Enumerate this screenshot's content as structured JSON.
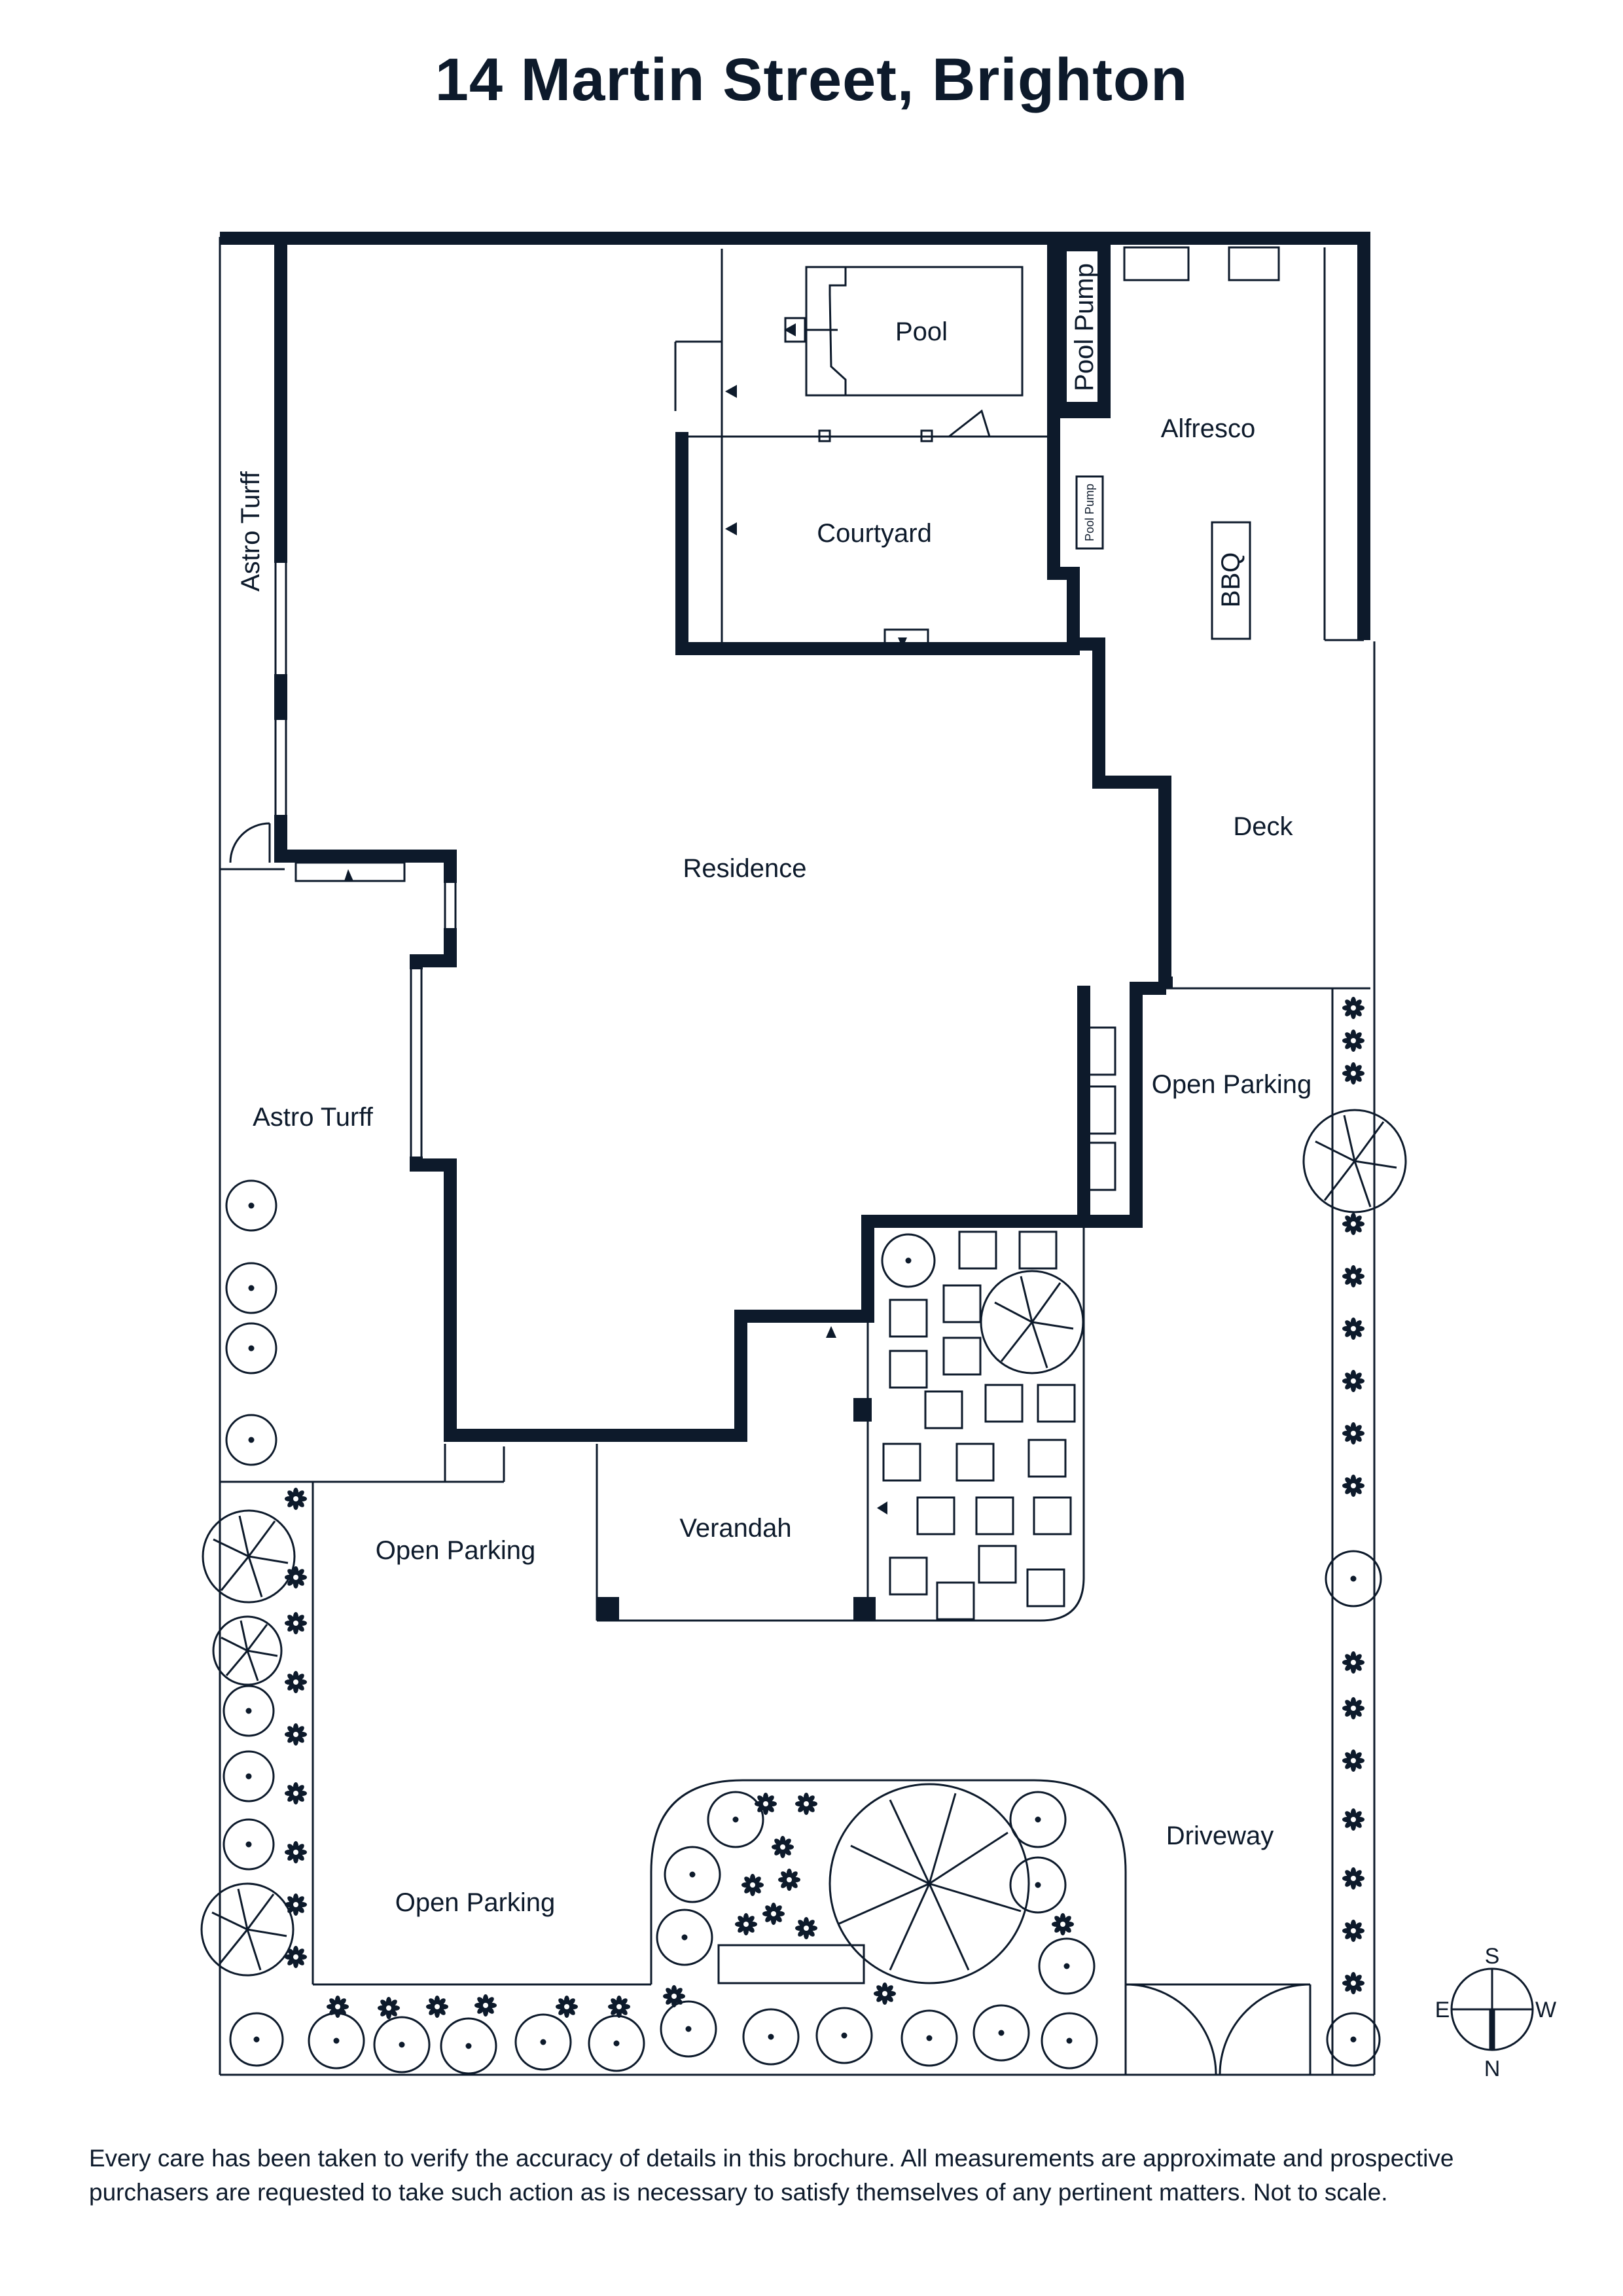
{
  "title": "14 Martin Street, Brighton",
  "labels": {
    "pool": "Pool",
    "pool_pump_vertical": "Pool Pump",
    "pool_pump_small": "Pool Pump",
    "alfresco": "Alfresco",
    "courtyard": "Courtyard",
    "bbq": "BBQ",
    "astro_turf_top": "Astro Turff",
    "astro_turf_side": "Astro Turff",
    "residence": "Residence",
    "deck": "Deck",
    "open_parking_right": "Open Parking",
    "open_parking_left_top": "Open Parking",
    "open_parking_left_bottom": "Open Parking",
    "verandah": "Verandah",
    "driveway": "Driveway"
  },
  "compass": {
    "s": "S",
    "e": "E",
    "w": "W",
    "n": "N"
  },
  "disclaimer": "Every care has been taken to verify the accuracy of details in this brochure. All measurements are approximate and prospective purchasers are requested to take such action as is necessary to satisfy themselves of any pertinent matters. Not to scale.",
  "colors": {
    "ink": "#0d1a2b",
    "background": "#ffffff"
  }
}
